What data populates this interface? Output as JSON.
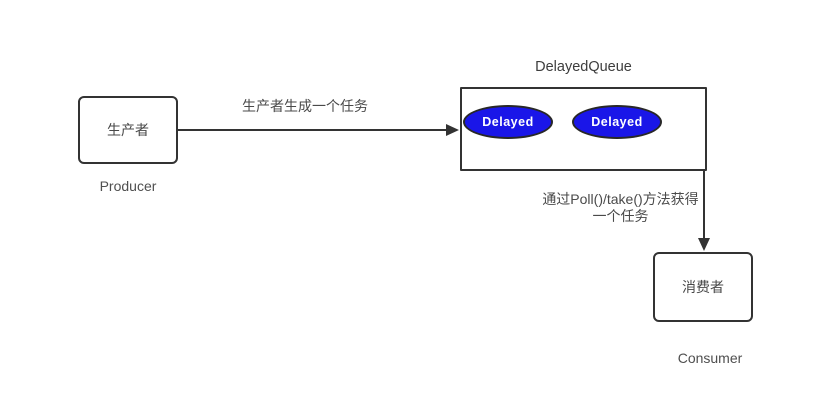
{
  "diagram": {
    "producer": {
      "box_label": "生产者",
      "caption": "Producer"
    },
    "queue": {
      "title": "DelayedQueue",
      "items": [
        {
          "label": "Delayed"
        },
        {
          "label": "Delayed"
        }
      ]
    },
    "consumer": {
      "box_label": "消费者",
      "caption": "Consumer"
    },
    "edges": {
      "produce_label": "生产者生成一个任务",
      "consume_label_line1": "通过Poll()/take()方法获得",
      "consume_label_line2": "一个任务"
    },
    "colors": {
      "node_border": "#333333",
      "arrow": "#333333",
      "delayed_fill": "#1a16e8",
      "delayed_border": "#282828",
      "delayed_text": "#ffffff"
    }
  }
}
